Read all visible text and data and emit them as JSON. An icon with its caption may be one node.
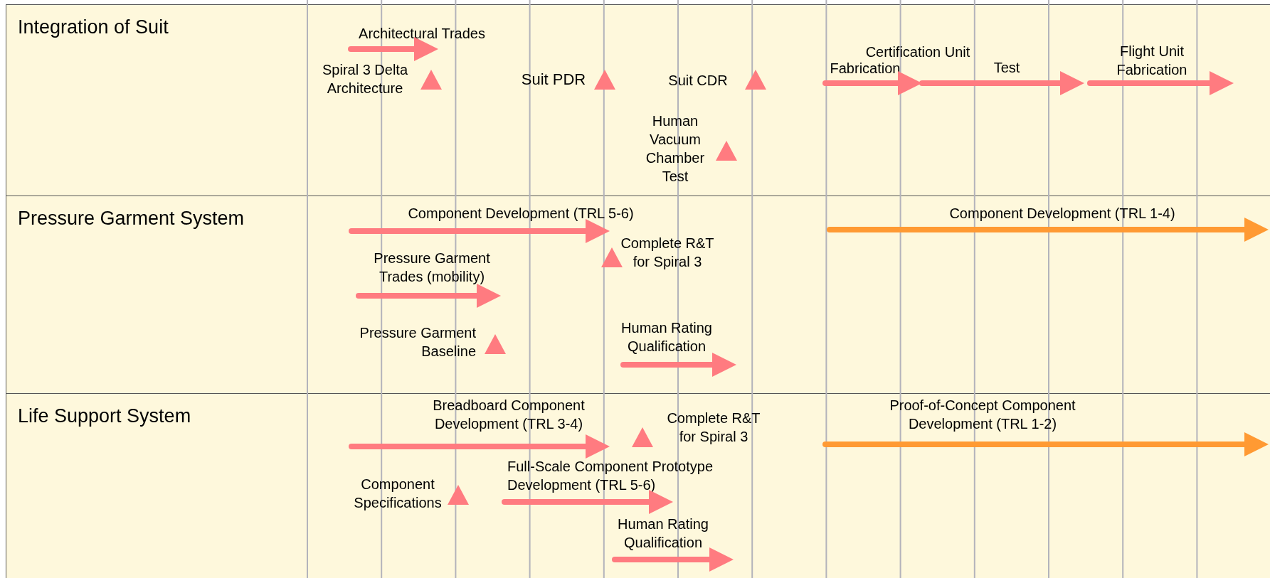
{
  "diagram": {
    "nodes": [
      {
        "text": [
          "Integration of Suit"
        ]
      },
      {
        "text": [
          "Architectural Trades"
        ],
        "in": 0
      },
      {
        "text": [
          "Spiral 3 Delta Architecture"
        ],
        "in": 0
      },
      {
        "text": [
          "Suit PDR"
        ],
        "in": 0
      },
      {
        "text": [
          "Suit CDR"
        ],
        "in": 0
      },
      {
        "text": [
          "Human Vacuum Chamber Test"
        ],
        "in": 0
      },
      {
        "text": [
          "Fabrication"
        ],
        "in": 0
      },
      {
        "text": [
          "Test"
        ],
        "in": 0
      },
      {
        "text": [
          "Flight Unit Fabrication"
        ],
        "in": 0
      },
      {
        "text": [
          "Pressure Garment System"
        ]
      },
      {
        "text": [
          "Component Development (TRL 5-6)"
        ],
        "in": 9
      },
      {
        "text": [
          "Component Development (TRL 1-4)"
        ],
        "in": 9
      },
      {
        "text": [
          "Complete R&T for Spiral 3"
        ],
        "in": 9
      },
      {
        "text": [
          "Pressure Garment Trades (mobility)"
        ],
        "in": 9
      },
      {
        "text": [
          "Pressure Garment Baseline"
        ],
        "in": 9
      },
      {
        "text": [
          "Human Rating Qualification"
        ],
        "in": 9
      },
      {
        "text": [
          "Life Support System"
        ]
      },
      {
        "text": [
          "Breadboard Component Development (TRL 3-4)"
        ],
        "in": 16
      },
      {
        "text": [
          "Proof-of-Concept Component Development (TRL 1-2)"
        ],
        "in": 16
      },
      {
        "text": [
          "Complete R&T for Spiral 3"
        ],
        "in": 16
      },
      {
        "text": [
          "Full-Scale Component Prototype Development (TRL 5-6)"
        ],
        "in": 16
      },
      {
        "text": [
          "Component Specifications"
        ],
        "in": 16
      },
      {
        "text": [
          "Human Rating Qualification"
        ],
        "in": 16
      }
    ],
    "labels": [
      "Certification Unit"
    ]
  }
}
